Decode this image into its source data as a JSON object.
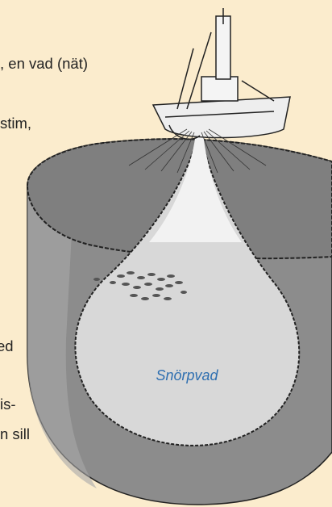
{
  "text": {
    "line1": ", en vad (nät)",
    "line2": "stim,",
    "line3": "ed",
    "line4": "is-",
    "line5": "n sill"
  },
  "diagram": {
    "label": "Snörpvad"
  },
  "colors": {
    "background": "#fbeccd",
    "water": "#8a8a8a",
    "net_inside": "#d9d9d9",
    "label": "#2f6fb0"
  }
}
